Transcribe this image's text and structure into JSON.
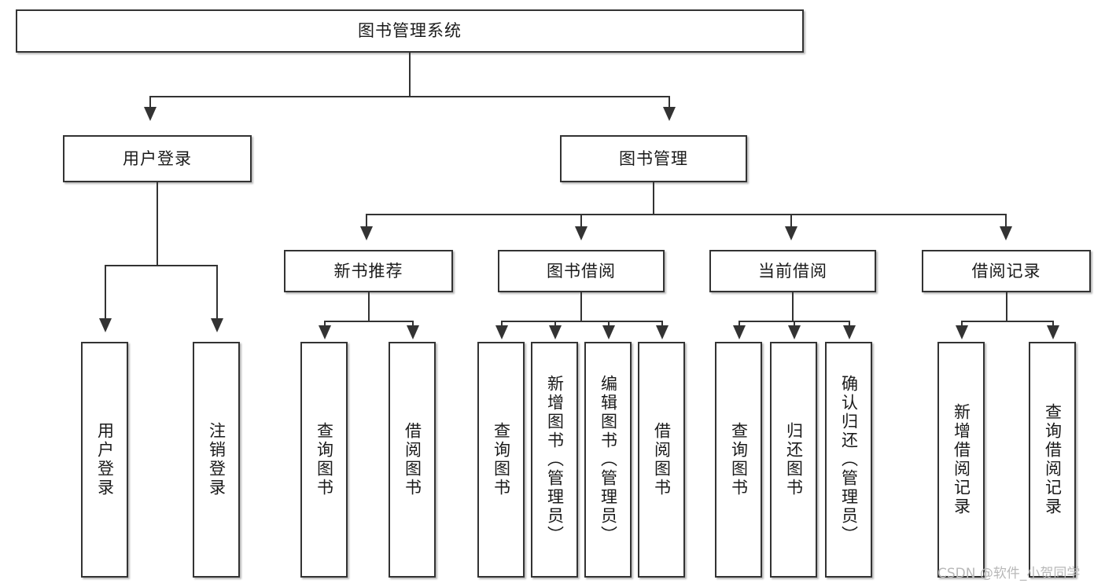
{
  "diagram": {
    "title_node": {
      "label": "图书管理系统"
    },
    "level2": [
      {
        "id": "user-login",
        "label": "用户登录"
      },
      {
        "id": "book-manage",
        "label": "图书管理"
      }
    ],
    "level3": [
      {
        "id": "new-book-recommend",
        "label": "新书推荐"
      },
      {
        "id": "book-borrow",
        "label": "图书借阅"
      },
      {
        "id": "current-borrow",
        "label": "当前借阅"
      },
      {
        "id": "borrow-record",
        "label": "借阅记录"
      }
    ],
    "leaves": [
      {
        "id": "leaf-user-login",
        "label": "用户登录"
      },
      {
        "id": "leaf-logout-login",
        "label": "注销登录"
      },
      {
        "id": "leaf-query-book-1",
        "label": "查询图书"
      },
      {
        "id": "leaf-borrow-book-1",
        "label": "借阅图书"
      },
      {
        "id": "leaf-query-book-2",
        "label": "查询图书"
      },
      {
        "id": "leaf-add-book-admin",
        "label": "新增图书（管理员）"
      },
      {
        "id": "leaf-edit-book-admin",
        "label": "编辑图书（管理员）"
      },
      {
        "id": "leaf-borrow-book-2",
        "label": "借阅图书"
      },
      {
        "id": "leaf-query-book-3",
        "label": "查询图书"
      },
      {
        "id": "leaf-return-book",
        "label": "归还图书"
      },
      {
        "id": "leaf-confirm-return-admin",
        "label": "确认归还（管理员）"
      },
      {
        "id": "leaf-add-borrow-record",
        "label": "新增借阅记录"
      },
      {
        "id": "leaf-query-borrow-record",
        "label": "查询借阅记录"
      }
    ],
    "watermark": {
      "text": "CSDN @软件_小贺同学"
    },
    "colors": {
      "stroke": "#333333",
      "fill": "#ffffff",
      "text": "#1a1a1a",
      "watermark": "#b8b8b8"
    }
  }
}
